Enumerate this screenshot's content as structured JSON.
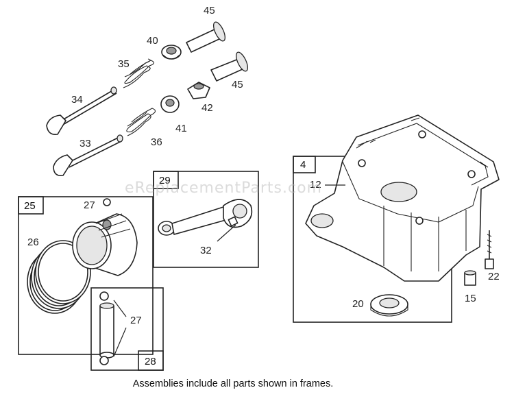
{
  "watermark": "eReplacementParts.com",
  "caption": "Assemblies include all parts shown in frames.",
  "callouts": {
    "p45a": "45",
    "p45b": "45",
    "p40": "40",
    "p35": "35",
    "p34": "34",
    "p42": "42",
    "p41": "41",
    "p33": "33",
    "p36": "36",
    "p12": "12",
    "p32": "32",
    "p27a": "27",
    "p26": "26",
    "p27b": "27",
    "p22": "22",
    "p15": "15",
    "p20": "20"
  },
  "frames": {
    "f4": "4",
    "f29": "29",
    "f25": "25",
    "f28": "28"
  }
}
